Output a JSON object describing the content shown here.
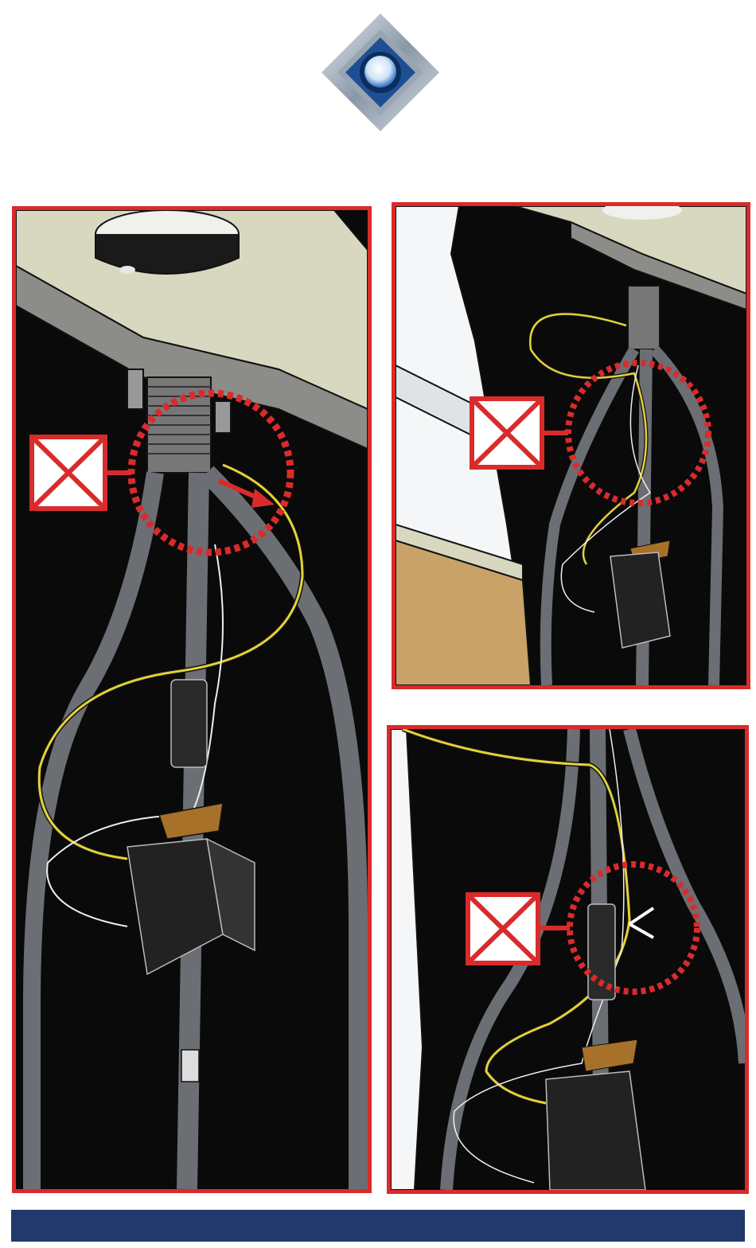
{
  "colors": {
    "frame": "#d92b2b",
    "footer": "#22396b",
    "hose": "#6b6e73",
    "yellow_wire": "#e3d23a",
    "clip": "#a8712a",
    "countertop": "#d7d8bf",
    "cabinet_wood": "#c9a267",
    "logo_blue": "#1d5aa8"
  },
  "icons": {
    "logo": "brand-diamond-logo",
    "do_not": "crossed-box-icon",
    "direction": "red-arrow-icon",
    "cut": "scissors-icon"
  },
  "panels": [
    {
      "id": "left",
      "mark": "do-not"
    },
    {
      "id": "top-right",
      "mark": "do-not"
    },
    {
      "id": "bottom-right",
      "mark": "do-not"
    }
  ]
}
